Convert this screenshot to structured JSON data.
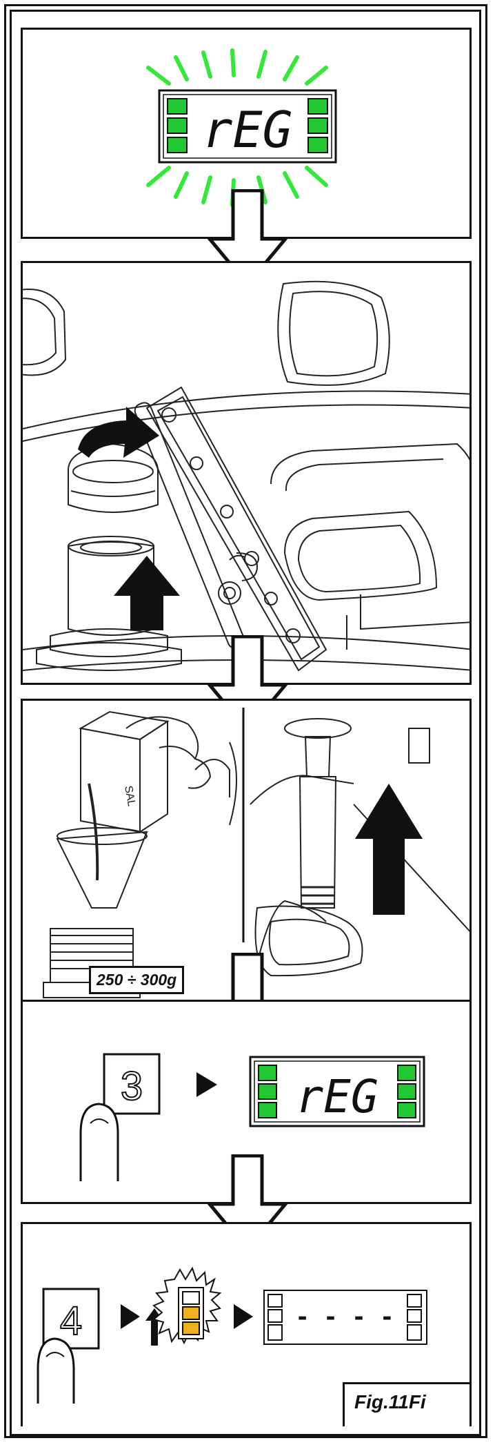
{
  "display": {
    "text": "rEG",
    "led_on_color": "#22c832",
    "led_off_color": "#ffffff",
    "glow_color": "#33e83a"
  },
  "panel3": {
    "box_text": "SAL",
    "amount_label": "250 ÷ 300g"
  },
  "panel4": {
    "key_number": "3",
    "display_text": "rEG"
  },
  "panel5": {
    "key_number": "4",
    "blink_leds": [
      "#ffffff",
      "#f0b020",
      "#f0b020"
    ],
    "result_text": "- - - -"
  },
  "figure_label": "Fig.11Fi",
  "icons": [
    "down-arrow-icon",
    "right-triangle-icon",
    "up-arrow-icon",
    "finger-icon"
  ]
}
